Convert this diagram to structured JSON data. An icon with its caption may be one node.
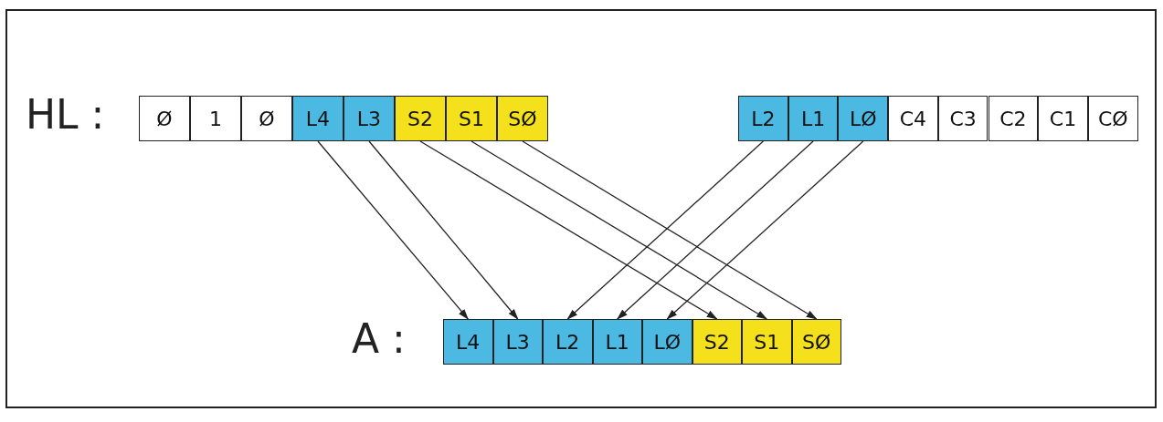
{
  "diagram": {
    "nodes": [
      {
        "text": [
          "Ø"
        ]
      },
      {
        "text": [
          "1"
        ]
      },
      {
        "text": [
          "Ø"
        ]
      },
      {
        "text": [
          "L4"
        ]
      },
      {
        "text": [
          "L3"
        ]
      },
      {
        "text": [
          "S2"
        ]
      },
      {
        "text": [
          "S1"
        ]
      },
      {
        "text": [
          "SØ"
        ]
      },
      {
        "text": [
          "L2"
        ]
      },
      {
        "text": [
          "L1"
        ]
      },
      {
        "text": [
          "LØ"
        ]
      },
      {
        "text": [
          "C4"
        ]
      },
      {
        "text": [
          "C3"
        ]
      },
      {
        "text": [
          "C2"
        ]
      },
      {
        "text": [
          "C1"
        ]
      },
      {
        "text": [
          "CØ"
        ]
      },
      {
        "text": [
          "L4"
        ]
      },
      {
        "text": [
          "L3"
        ]
      },
      {
        "text": [
          "L2"
        ]
      },
      {
        "text": [
          "L1"
        ]
      },
      {
        "text": [
          "LØ"
        ]
      },
      {
        "text": [
          "S2"
        ]
      },
      {
        "text": [
          "S1"
        ]
      },
      {
        "text": [
          "SØ"
        ]
      }
    ],
    "edges": [
      {
        "from": 3,
        "to": 16,
        "arrow": "to"
      },
      {
        "from": 4,
        "to": 17,
        "arrow": "to"
      },
      {
        "from": 5,
        "to": 21,
        "arrow": "to"
      },
      {
        "from": 6,
        "to": 22,
        "arrow": "to"
      },
      {
        "from": 7,
        "to": 23,
        "arrow": "to"
      },
      {
        "from": 8,
        "to": 18,
        "arrow": "to"
      },
      {
        "from": 9,
        "to": 19,
        "arrow": "to"
      },
      {
        "from": 10,
        "to": 20,
        "arrow": "to"
      }
    ],
    "labels": [
      "HL :",
      "A :"
    ]
  }
}
